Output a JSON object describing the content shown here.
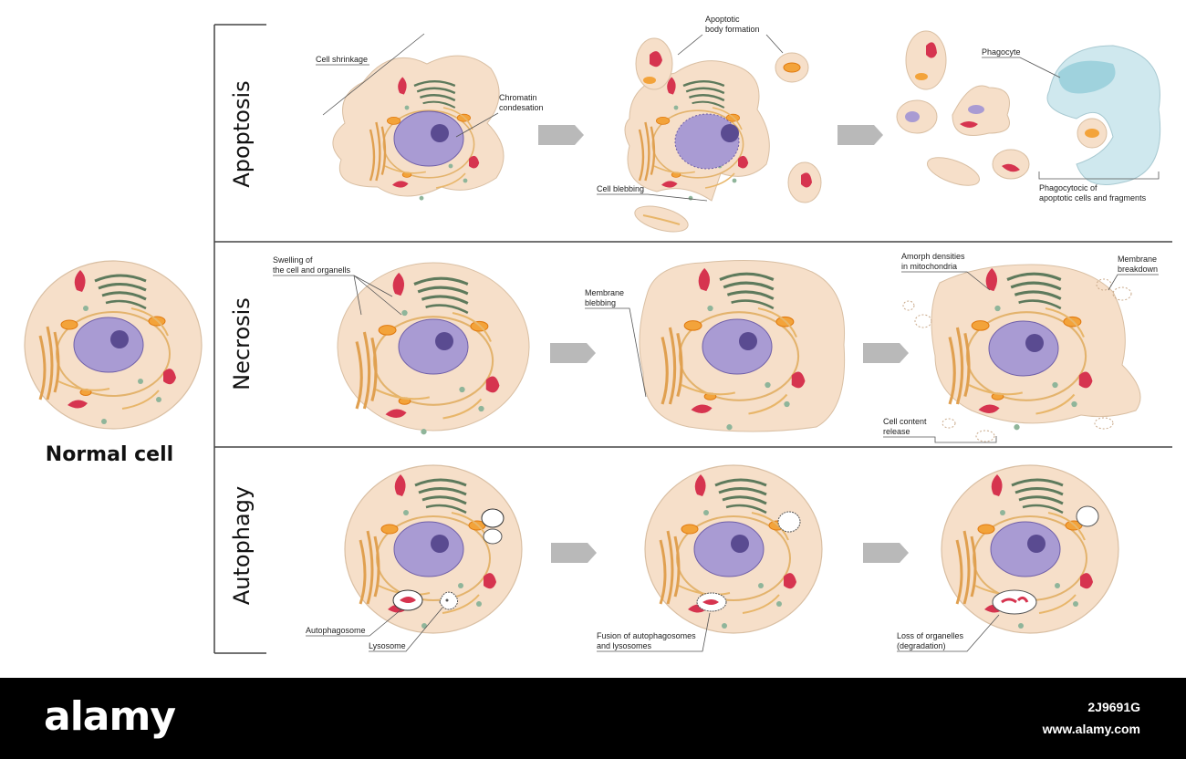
{
  "title": "Normal cell",
  "sections": {
    "apoptosis": {
      "title": "Apoptosis",
      "labels": {
        "cell_shrinkage": "Cell shrinkage",
        "chromatin_1": "Chromatin",
        "chromatin_2": "condesation",
        "apoptotic_1": "Apoptotic",
        "apoptotic_2": "body formation",
        "cell_blebbing": "Cell blebbing",
        "phagocyte": "Phagocyte",
        "phagocytosis_1": "Phagocytocic of",
        "phagocytosis_2": "apoptotic cells and fragments"
      }
    },
    "necrosis": {
      "title": "Necrosis",
      "labels": {
        "swelling_1": "Swelling of",
        "swelling_2": "the cell and organells",
        "membrane_blebbing_1": "Membrane",
        "membrane_blebbing_2": "blebbing",
        "amorph_1": "Amorph densities",
        "amorph_2": "in mitochondria",
        "membrane_breakdown_1": "Membrane",
        "membrane_breakdown_2": "breakdown",
        "content_release_1": "Cell content",
        "content_release_2": "release"
      }
    },
    "autophagy": {
      "title": "Autophagy",
      "labels": {
        "autophagosome": "Autophagosome",
        "lysosome": "Lysosome",
        "fusion_1": "Fusion of autophagosomes",
        "fusion_2": "and lysosomes",
        "loss_1": "Loss of organelles",
        "loss_2": "(degradation)"
      }
    }
  },
  "footer": {
    "logo": "alamy",
    "image_id": "2J9691G",
    "url": "www.alamy.com"
  },
  "colors": {
    "cytoplasm": "#f6dfc9",
    "nucleus": "#a99bd3",
    "nucleolus": "#5a4b91",
    "mitochondria": "#d6344f",
    "golgi": "#5e7a5c",
    "er": "#e8b66a",
    "lysosome": "#f3a33a",
    "phagocyte": "#cfe8ee",
    "arrow": "#b9b9b9",
    "footer_bg": "#000000"
  }
}
